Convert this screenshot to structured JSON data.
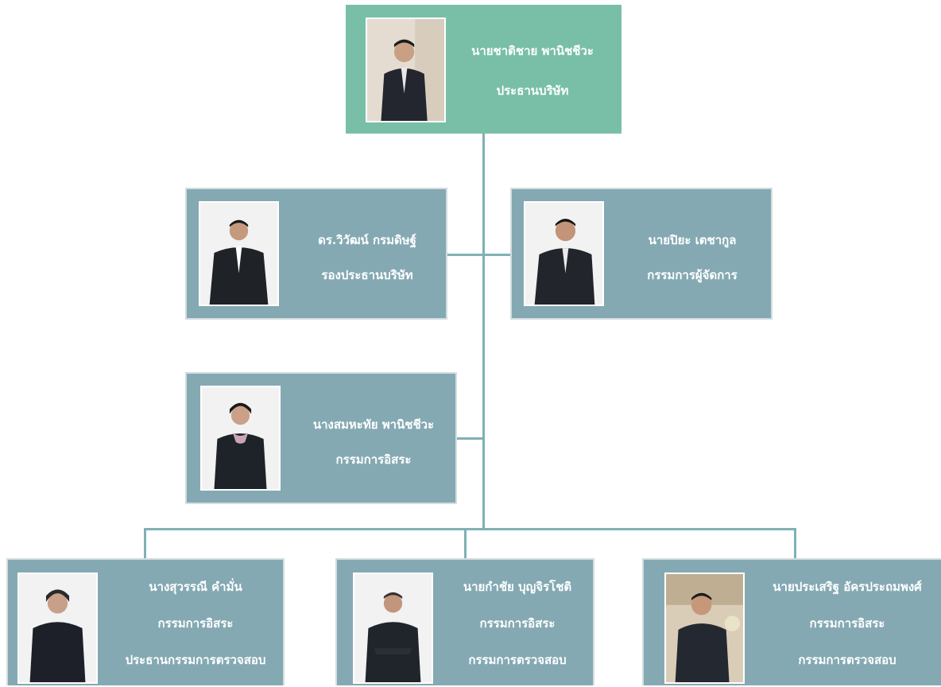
{
  "chairman": {
    "name": "นายชาติชาย พานิชชีวะ",
    "title": "ประธานบริษัท"
  },
  "vice_chairman": {
    "name": "ดร.วิวัฒน์ กรมดิษฐ์",
    "title": "รองประธานบริษัท"
  },
  "managing_director": {
    "name": "นายปิยะ เตชากูล",
    "title": "กรรมการผู้จัดการ"
  },
  "independent_director_1": {
    "name": "นางสมหะทัย พานิชชีวะ",
    "title": "กรรมการอิสระ"
  },
  "audit_1": {
    "name": "นางสุวรรณี คำมั่น",
    "title": "กรรมการอิสระ",
    "role": "ประธานกรรมการตรวจสอบ"
  },
  "audit_2": {
    "name": "นายกำชัย บุญจิรโชติ",
    "title": "กรรมการอิสระ",
    "role": "กรรมการตรวจสอบ"
  },
  "audit_3": {
    "name": "นายประเสริฐ อัครประถมพงศ์",
    "title": "กรรมการอิสระ",
    "role": "กรรมการตรวจสอบ"
  }
}
